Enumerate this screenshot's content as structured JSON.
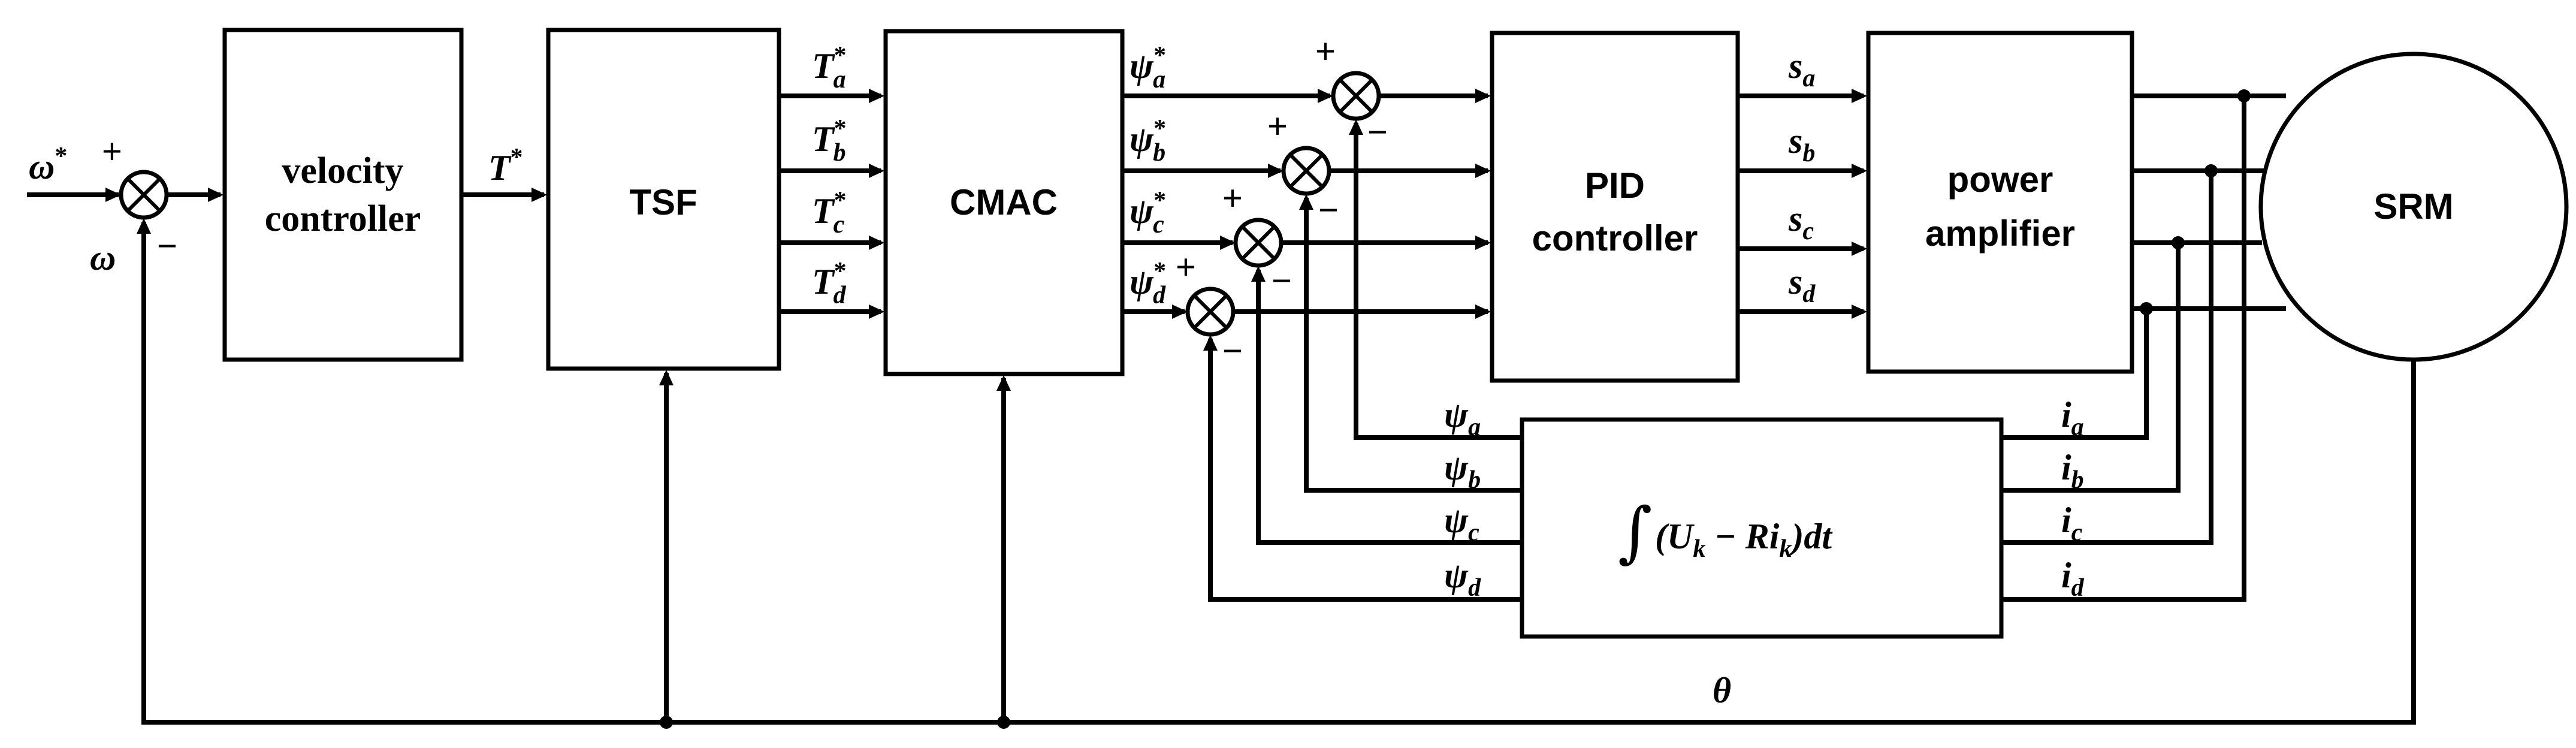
{
  "blocks": {
    "velocity_line1": "velocity",
    "velocity_line2": "controller",
    "tsf": "TSF",
    "cmac": "CMAC",
    "pid_line1": "PID",
    "pid_line2": "controller",
    "power_line1": "power",
    "power_line2": "amplifier",
    "srm": "SRM",
    "integrator_expr": "(U",
    "integrator_k": "k",
    "integrator_mid": " − Ri",
    "integrator_k2": "k",
    "integrator_end": ")dt"
  },
  "signals": {
    "omega_ref": "ω",
    "star": "*",
    "omega": "ω",
    "torque_ref": "T",
    "theta": "θ",
    "T": "T",
    "psi": "ψ",
    "s": "s",
    "i": "i",
    "phase_a": "a",
    "phase_b": "b",
    "phase_c": "c",
    "phase_d": "d"
  },
  "signs": {
    "plus": "+",
    "minus": "−"
  }
}
